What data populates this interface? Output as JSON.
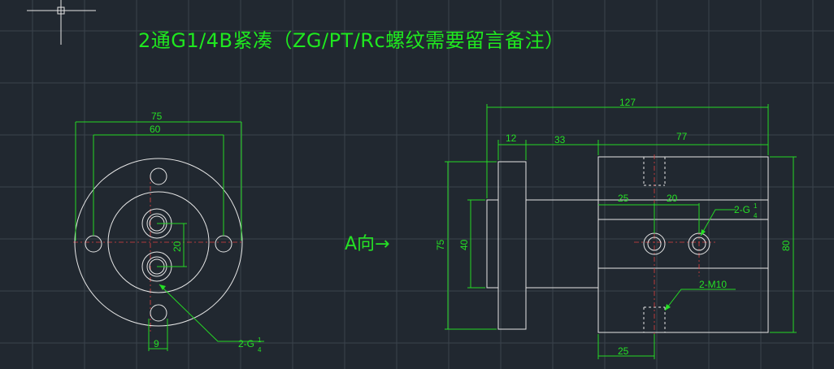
{
  "title": "2通G1/4B紧凑（ZG/PT/Rc螺纹需要留言备注）",
  "view_label": "A向→",
  "colors": {
    "background": "#212830",
    "outline": "#e6e6e6",
    "dimension": "#25e025",
    "centerline": "#e04040",
    "grid": "#3a434c"
  },
  "front_view": {
    "dim_overall": "75",
    "dim_bolt_circle": "60",
    "dim_port_spacing": "20",
    "dim_bottom_hole": "9",
    "port_label": "2-G",
    "port_fraction_num": "1",
    "port_fraction_den": "4"
  },
  "side_view": {
    "dim_total_length": "127",
    "dim_flange": "12",
    "dim_neck": "33",
    "dim_body": "77",
    "dim_port_offset": "25",
    "dim_port_spacing": "20",
    "dim_flange_height": "75",
    "dim_neck_height": "40",
    "dim_body_height": "80",
    "dim_m10_offset": "25",
    "port_label": "2-G",
    "port_fraction_num": "1",
    "port_fraction_den": "4",
    "thread_label": "2-M10"
  }
}
